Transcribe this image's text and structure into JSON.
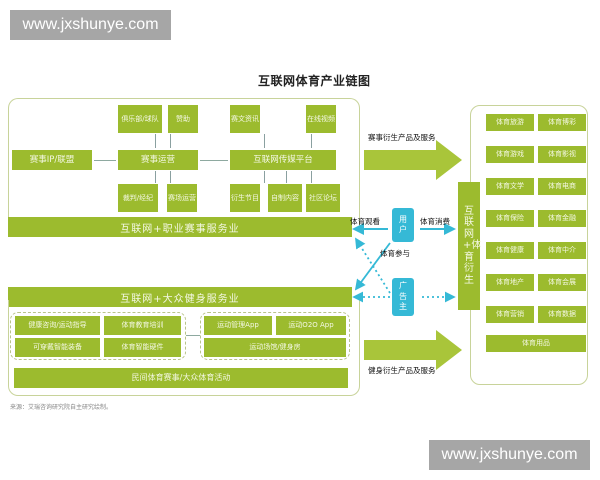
{
  "watermarks": {
    "top": "www.jxshunye.com",
    "bottom": "www.jxshunye.com"
  },
  "diagram": {
    "title": "互联网体育产业链图",
    "pro_sports": {
      "top_boxes": [
        "俱乐部/球队",
        "赞助",
        "赛文资讯",
        "在线视频"
      ],
      "ip_box": "赛事IP/联盟",
      "operations_box": "赛事运营",
      "media_platform": "互联网传媒平台",
      "bottom_boxes": [
        "裁判/经纪",
        "赛场运营",
        "衍生节目",
        "自制内容",
        "社区论坛"
      ],
      "bar": "互联网+职业赛事服务业"
    },
    "mass_fitness": {
      "bar": "互联网+大众健身服务业",
      "left_group": [
        "健康咨询/运动指导",
        "体育教育培训",
        "可穿戴智能装备",
        "体育智能硬件"
      ],
      "right_group": [
        "运动管理App",
        "运动O2O App",
        "运动场馆/健身房"
      ],
      "bottom_bar": "民间体育赛事/大众体育活动"
    },
    "middle": {
      "top_arrow_label": "赛事衍生产品及服务",
      "bottom_arrow_label": "健身衍生产品及服务",
      "user_box": "用户",
      "advertiser_box": "广告主",
      "watch_label": "体育观看",
      "consume_label": "体育消费",
      "participate_label": "体育参与"
    },
    "derivatives": {
      "column_title": "互联网+体育衍生",
      "items": [
        [
          "体育旅游",
          "体育博彩"
        ],
        [
          "体育游戏",
          "体育影视"
        ],
        [
          "体育文学",
          "体育电商"
        ],
        [
          "体育保险",
          "体育金融"
        ],
        [
          "体育健康",
          "体育中介"
        ],
        [
          "体育地产",
          "体育会展"
        ],
        [
          "体育营销",
          "体育数据"
        ]
      ],
      "bottom_item": "体育用品"
    },
    "source": "来源：艾瑞咨询研究院自主研究绘制。"
  },
  "colors": {
    "green": "#9cbb2e",
    "cyan": "#35b9d6",
    "frame": "#c8d39a"
  }
}
